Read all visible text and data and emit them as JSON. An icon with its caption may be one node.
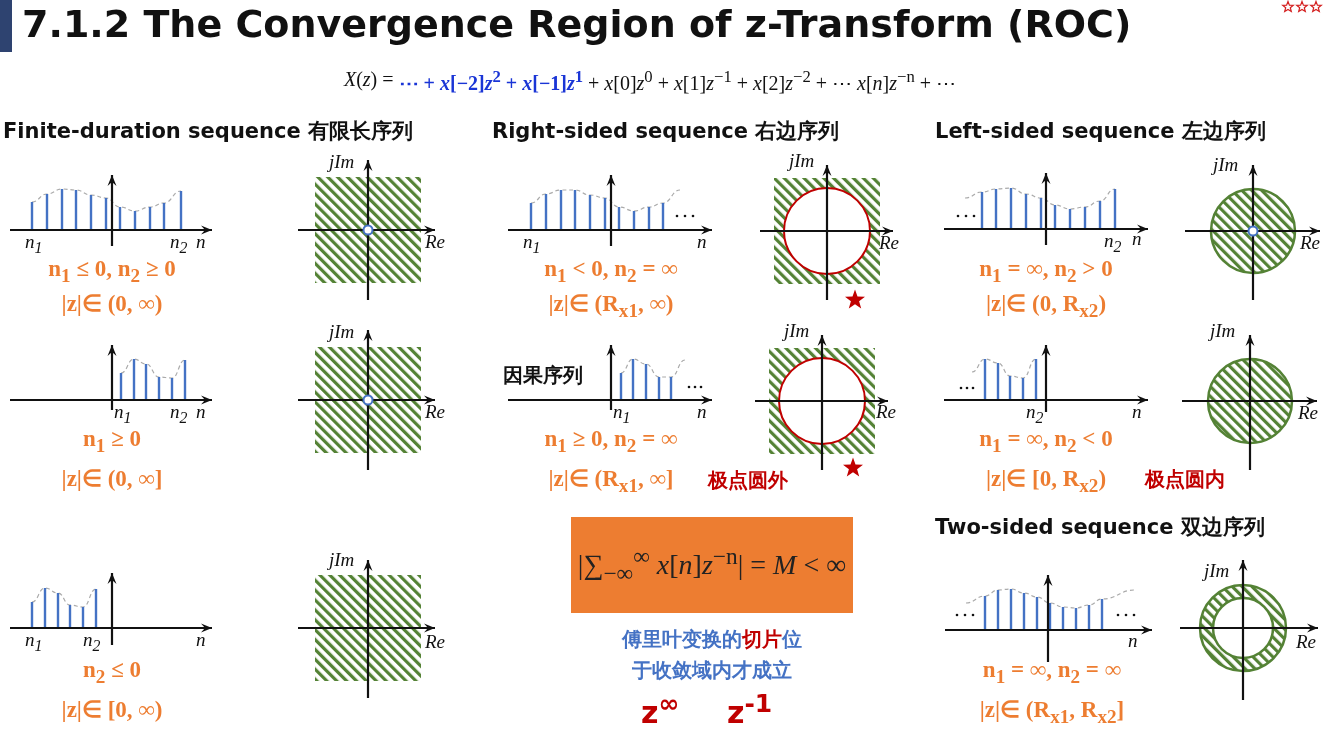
{
  "diagram": {
    "title": "7.1.2 The Convergence Region of z-Transform (ROC)",
    "nodes": [
      {
        "text": [
          "|∑$_{−∞}$$^{∞}$ *x*[*n*]*z*$^{−n}$| = *M* < ∞"
        ]
      }
    ],
    "labels": [
      "*X*(*z*) =",
      "⋯ + *x*[−2]*z*$^{2}$ + *x*[−1]*z*$^{1}$",
      "+ *x*[0]*z*$^{0}$ + *x*[1]*z*$^{−1}$ + *x*[2]*z*$^{−2}$ + ⋯ *x*[*n*]*z*$^{−n}$ + ⋯",
      "Finite-duration sequence 有限长序列",
      "Right-sided sequence 右边序列",
      "Left-sided sequence 左边序列",
      "n$_{1}$",
      "n$_{2}$",
      "n",
      "jIm",
      "Re",
      "n$_{1}$ ≤ 0, n$_{2}$ ≥ 0",
      "|z|∈ (0, ∞)",
      "n$_{1}$",
      "n",
      "jIm",
      "Re",
      "n$_{1}$ < 0, n$_{2}$ = ∞",
      "|z|∈ (R$_{x1}$, ∞)",
      "n$_{2}$",
      "n",
      "jIm",
      "Re",
      "n$_{1}$ = ∞, n$_{2}$ > 0",
      "|z|∈ (0, R$_{x2}$)",
      "n$_{1}$",
      "n$_{2}$",
      "n",
      "jIm",
      "Re",
      "n$_{1}$ ≥ 0",
      "|z|∈ (0, ∞]",
      "因果序列",
      "n$_{1}$",
      "n",
      "jIm",
      "Re",
      "n$_{1}$ ≥ 0, n$_{2}$ = ∞",
      "|z|∈ (R$_{x1}$, ∞]",
      "极点圆外",
      "n$_{2}$",
      "n",
      "jIm",
      "Re",
      "n$_{1}$ = ∞, n$_{2}$ < 0",
      "|z|∈ [0, R$_{x2}$)",
      "极点圆内",
      "Two-sided sequence 双边序列",
      "n$_{1}$",
      "n$_{2}$",
      "n",
      "jIm",
      "Re",
      "n$_{2}$ ≤ 0",
      "|z|∈ [0, ∞)",
      "傅里叶变换的**切片**位于收敛域内才成立",
      "z$^{∞}$",
      "z$^{-1}$",
      "n",
      "jIm",
      "Re",
      "n$_{1}$ = ∞, n$_{2}$ = ∞",
      "|z|∈ (R$_{x1}$, R$_{x2}$]"
    ]
  }
}
